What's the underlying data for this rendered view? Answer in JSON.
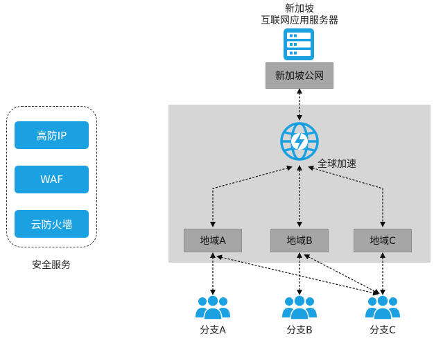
{
  "server": {
    "title_line1": "新加坡",
    "title_line2": "互联网应用服务器",
    "icon": "server-rack-icon"
  },
  "public_network": "新加坡公网",
  "global_acceleration": {
    "label": "全球加速",
    "icon": "globe-lightning-icon"
  },
  "regions": [
    {
      "label": "地域A"
    },
    {
      "label": "地域B"
    },
    {
      "label": "地域C"
    }
  ],
  "branches": [
    {
      "label": "分支A",
      "icon": "user-group-icon"
    },
    {
      "label": "分支B",
      "icon": "user-group-icon"
    },
    {
      "label": "分支C",
      "icon": "user-group-icon"
    }
  ],
  "security": {
    "caption": "安全服务",
    "services": [
      "高防IP",
      "WAF",
      "云防火墙"
    ]
  },
  "colors": {
    "accent": "#1ba1e2",
    "panel": "#d6d6d6",
    "box": "#a6a6a6"
  }
}
